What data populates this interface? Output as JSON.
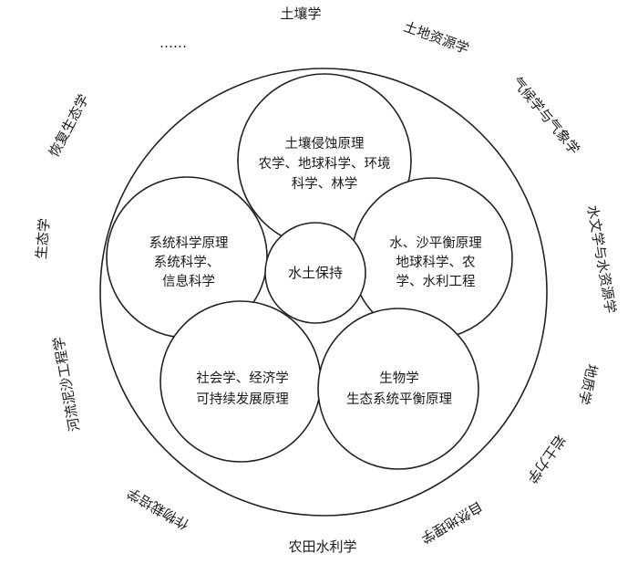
{
  "outer_labels": {
    "top": "土壤学",
    "top_ellipsis": "……",
    "top_right": "土地资源学",
    "right_upper": "气候学与气象学",
    "right_middle": "水文学与水资源学",
    "right_lower": "地质学",
    "bottom_right_a": "岩土力学",
    "bottom_right_b": "自然地理学",
    "bottom": "农田水利学",
    "bottom_left": "作物栽培学",
    "left_lower": "河流泥沙工程学",
    "left_middle": "生态学",
    "left_upper": "恢复生态学"
  },
  "center": "水土保持",
  "disciplines": [
    {
      "id": "top",
      "lines": [
        "土壤侵蚀原理",
        "农学、地球科学、环境",
        "科学、林学"
      ]
    },
    {
      "id": "left",
      "lines": [
        "系统科学原理",
        "系统科学、",
        "信息科学"
      ]
    },
    {
      "id": "right",
      "lines": [
        "水、沙平衡原理",
        "地球科学、农",
        "学、水利工程"
      ]
    },
    {
      "id": "bottom_left",
      "lines": [
        "社会学、经济学",
        "可持续发展原理"
      ]
    },
    {
      "id": "bottom_right",
      "lines": [
        "生物学",
        "生态系统平衡原理"
      ]
    }
  ]
}
